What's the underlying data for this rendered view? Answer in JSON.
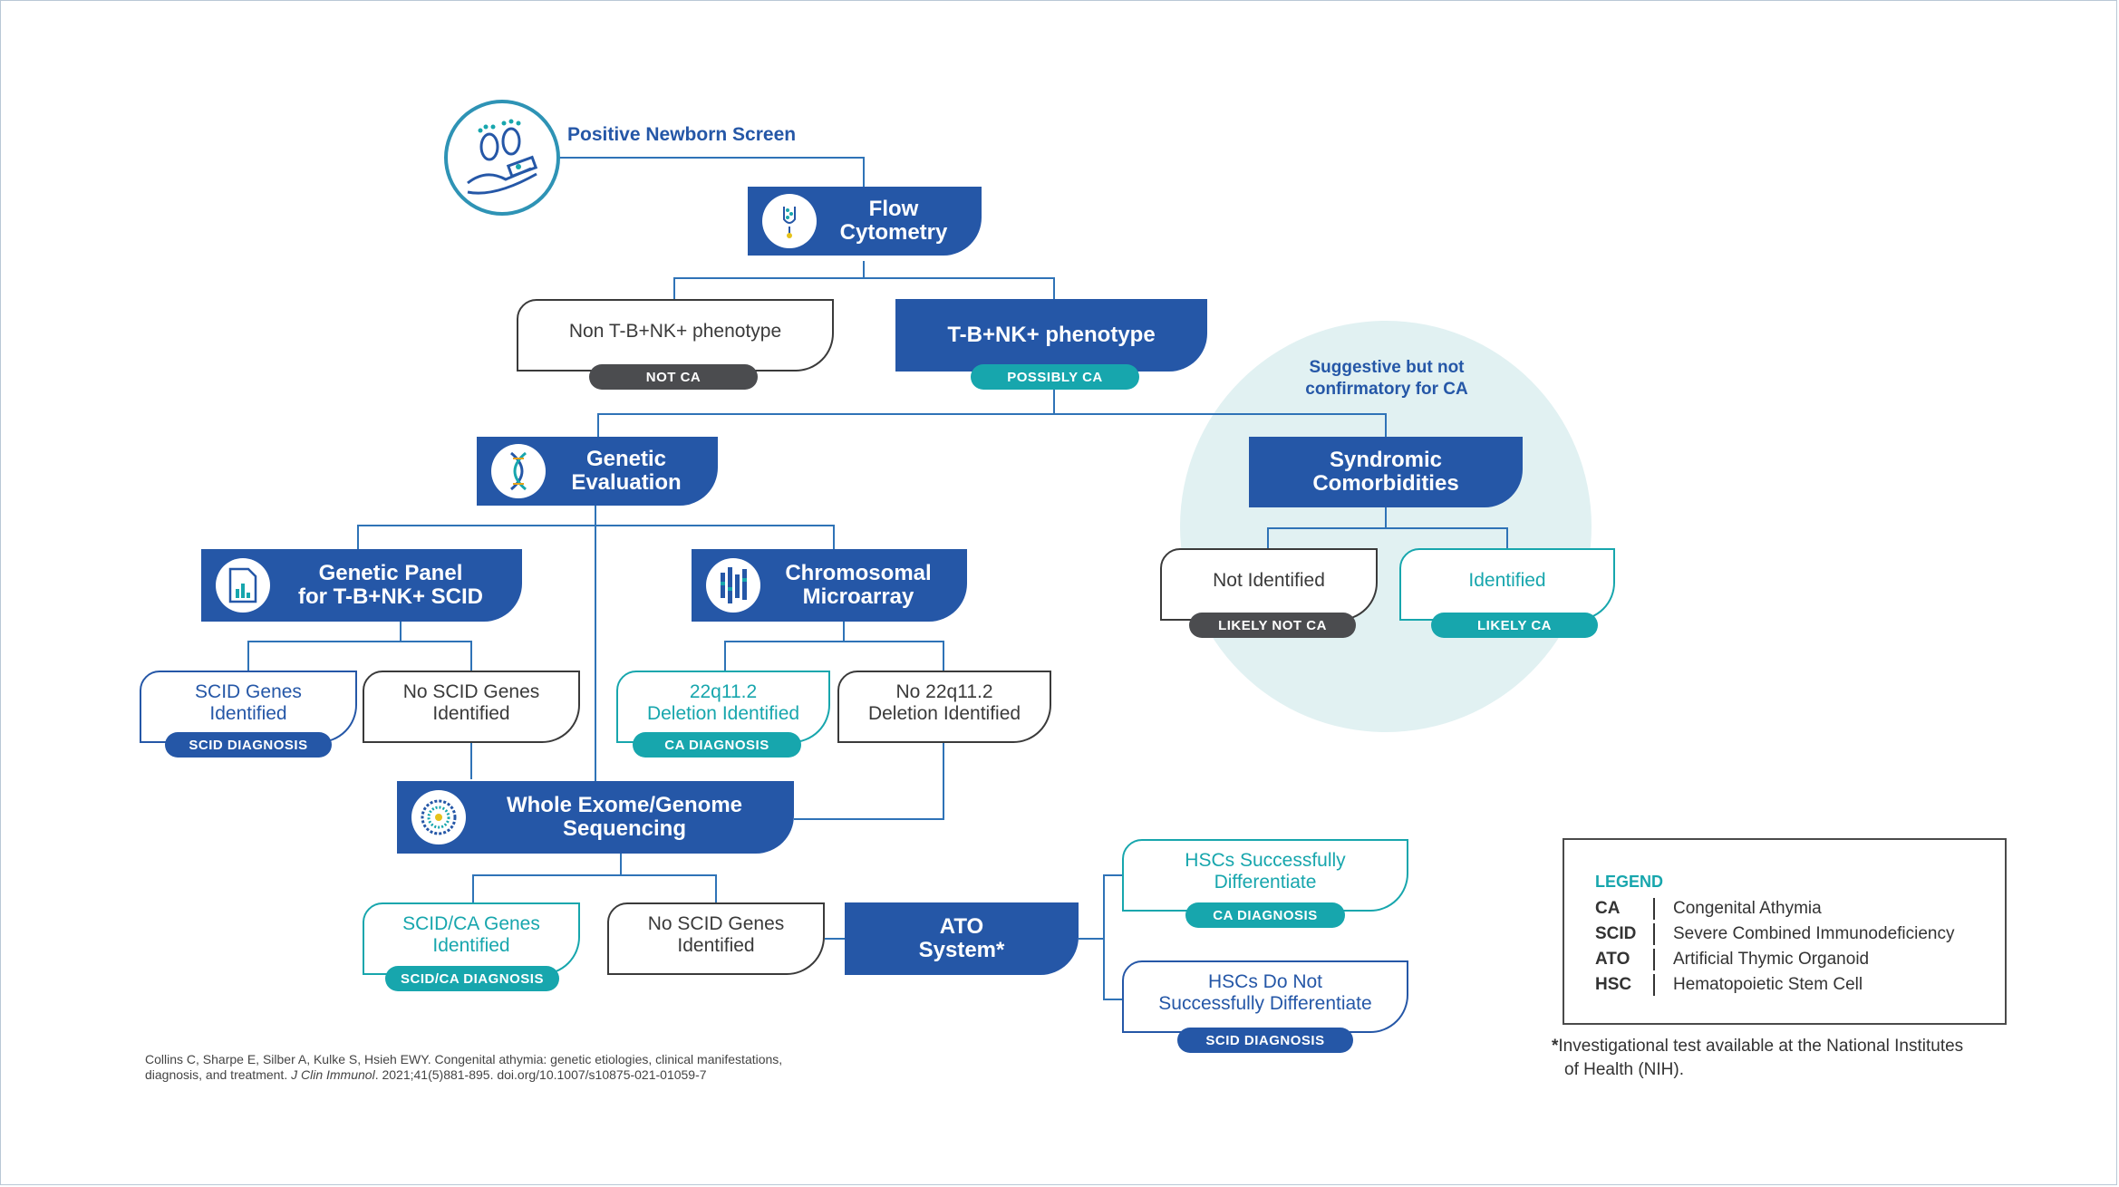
{
  "colors": {
    "primary": "#2557a7",
    "teal": "#17a6ad",
    "dark": "#4b4c4f",
    "circle_bg": "#e1f1f2"
  },
  "start": {
    "label": "Positive Newborn Screen",
    "icon": "newborn-feet-icon"
  },
  "flow": {
    "line1": "Flow",
    "line2": "Cytometry",
    "icon": "flow-cytometry-icon"
  },
  "non_phenotype": {
    "text": "Non T-B+NK+ phenotype",
    "badge": "NOT CA"
  },
  "phenotype": {
    "text": "T-B+NK+ phenotype",
    "badge": "POSSIBLY CA"
  },
  "suggestive_note": {
    "line1": "Suggestive but not",
    "line2": "confirmatory for CA"
  },
  "genetic": {
    "line1": "Genetic",
    "line2": "Evaluation",
    "icon": "dna-icon"
  },
  "syndromic": {
    "line1": "Syndromic",
    "line2": "Comorbidities"
  },
  "not_identified": {
    "text": "Not Identified",
    "badge": "LIKELY NOT CA"
  },
  "identified": {
    "text": "Identified",
    "badge": "LIKELY CA"
  },
  "panel": {
    "line1": "Genetic Panel",
    "line2": "for T-B+NK+ SCID",
    "icon": "document-chart-icon"
  },
  "microarray": {
    "line1": "Chromosomal",
    "line2": "Microarray",
    "icon": "chromosome-icon"
  },
  "scid_genes": {
    "line1": "SCID Genes",
    "line2": "Identified",
    "badge": "SCID DIAGNOSIS"
  },
  "no_scid_genes_1": {
    "line1": "No SCID Genes",
    "line2": "Identified"
  },
  "deletion": {
    "line1": "22q11.2",
    "line2": "Deletion Identified",
    "badge": "CA DIAGNOSIS"
  },
  "no_deletion": {
    "line1": "No 22q11.2",
    "line2": "Deletion Identified"
  },
  "wes": {
    "line1": "Whole Exome/Genome",
    "line2": "Sequencing",
    "icon": "sequencing-icon"
  },
  "scid_ca_genes": {
    "line1": "SCID/CA Genes",
    "line2": "Identified",
    "badge": "SCID/CA DIAGNOSIS"
  },
  "no_scid_genes_2": {
    "line1": "No SCID Genes",
    "line2": "Identified"
  },
  "ato": {
    "line1": "ATO",
    "line2": "System*"
  },
  "hsc_success": {
    "line1": "HSCs Successfully",
    "line2": "Differentiate",
    "badge": "CA DIAGNOSIS"
  },
  "hsc_fail": {
    "line1": "HSCs Do Not",
    "line2": "Successfully Differentiate",
    "badge": "SCID DIAGNOSIS"
  },
  "legend": {
    "title": "LEGEND",
    "items": [
      {
        "key": "CA",
        "value": "Congenital Athymia"
      },
      {
        "key": "SCID",
        "value": "Severe Combined Immunodeficiency"
      },
      {
        "key": "ATO",
        "value": "Artificial Thymic Organoid"
      },
      {
        "key": "HSC",
        "value": "Hematopoietic Stem Cell"
      }
    ]
  },
  "footnote": {
    "mark": "*",
    "line1": "Investigational test available at the National Institutes",
    "line2": "of Health (NIH)."
  },
  "citation": {
    "line1": "Collins C, Sharpe E, Silber A, Kulke S, Hsieh EWY. Congenital athymia: genetic etiologies, clinical manifestations,",
    "line2_prefix": "diagnosis, and treatment. ",
    "journal": "J Clin Immunol",
    "line2_suffix": ". 2021;41(5)881-895. doi.org/10.1007/s10875-021-01059-7"
  }
}
